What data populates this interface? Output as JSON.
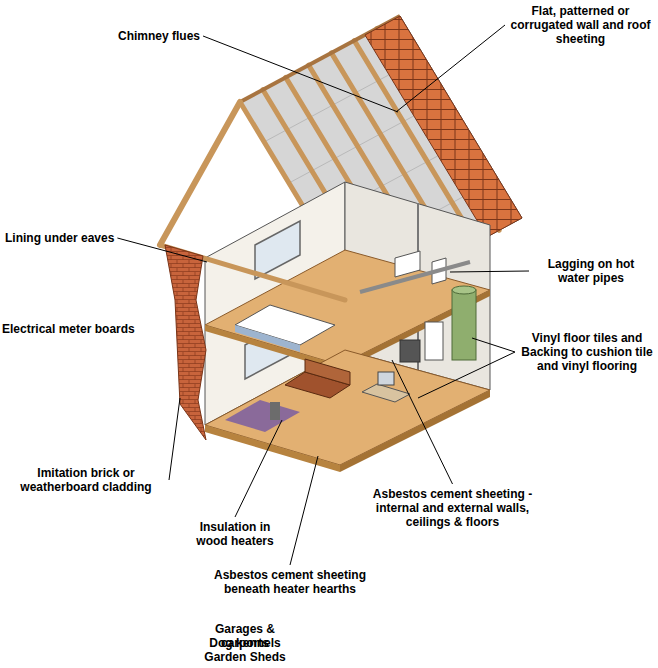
{
  "diagram": {
    "labels": [
      "Chimney flues",
      "Flat, patterned or corrugated wall and roof sheeting",
      "Lining under eaves",
      "Lagging on hot water pipes",
      "Electrical meter boards",
      "Vinyl floor tiles and Backing to cushion tile and vinyl flooring",
      "Imitation brick or weatherboard cladding",
      "Asbestos cement sheeting - internal and external walls, ceilings & floors",
      "Insulation in wood heaters",
      "Asbestos cement sheeting beneath heater hearths",
      "Garages & carports",
      "Dog kennels",
      "Garden Sheds"
    ]
  }
}
